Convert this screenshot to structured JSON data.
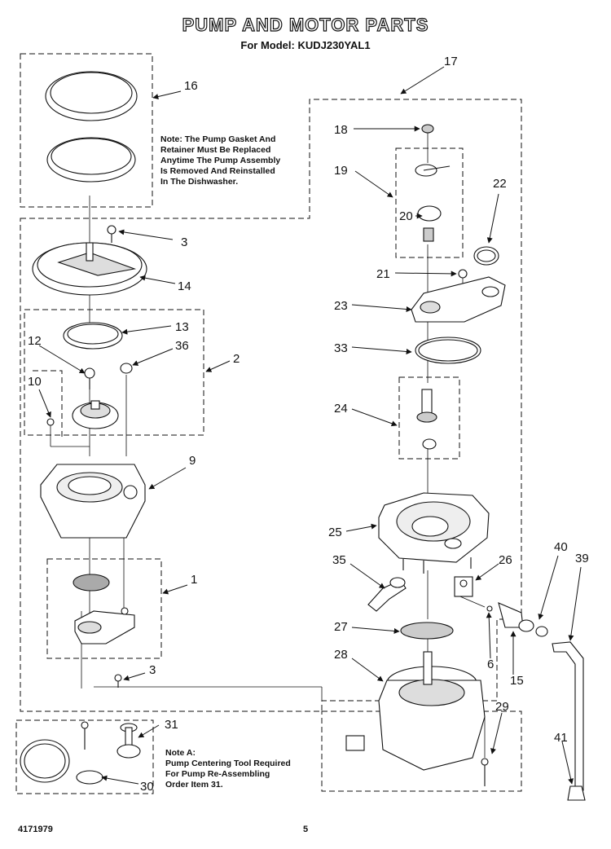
{
  "header": {
    "title": "PUMP AND MOTOR PARTS",
    "model_line": "For Model: KUDJ230YAL1"
  },
  "notes": {
    "gasket_note": [
      "Note: The Pump Gasket And",
      "Retainer Must Be Replaced",
      "Anytime The Pump Assembly",
      "Is Removed And Reinstalled",
      "In The Dishwasher."
    ],
    "note_a": [
      "Note A:",
      "Pump Centering Tool Required",
      "For Pump Re-Assembling",
      "Order Item 31."
    ]
  },
  "callouts": [
    "16",
    "17",
    "18",
    "19",
    "20",
    "22",
    "3",
    "14",
    "21",
    "23",
    "13",
    "12",
    "36",
    "2",
    "33",
    "10",
    "24",
    "9",
    "25",
    "40",
    "39",
    "35",
    "26",
    "1",
    "27",
    "6",
    "15",
    "3",
    "28",
    "29",
    "31",
    "30",
    "41"
  ],
  "footer": {
    "part_number": "4171979",
    "page": "5"
  }
}
